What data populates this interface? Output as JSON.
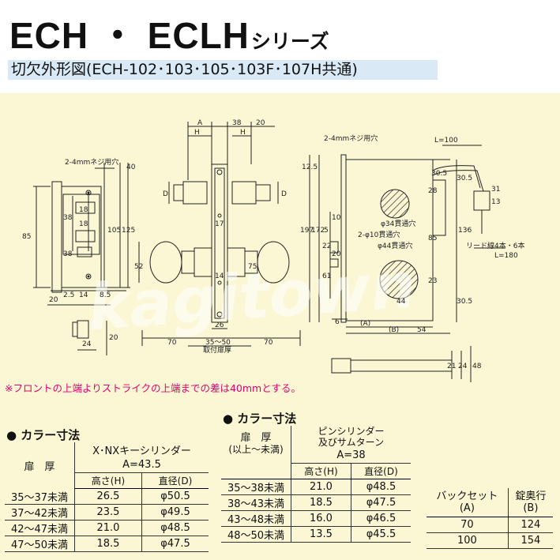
{
  "header": {
    "title_main": "ECH ・ ECLH",
    "title_suffix": "シリーズ",
    "subtitle": "切欠外形図(ECH-102･103･105･103F･107H共通)"
  },
  "drawing": {
    "screw_note_left": "2-4mmネジ用穴",
    "screw_note_right": "2-4mmネジ用穴",
    "hole34": "φ34貫通穴",
    "hole10": "2-φ10貫通穴",
    "hole44": "φ44貫通穴",
    "lead_len": "L=100",
    "lead_note": "リード線4本・6本",
    "lead_len2": "L=180",
    "door_thickness": "取付扉厚",
    "label_A": "(A)",
    "label_B": "(B)",
    "watermark": "kagitown",
    "dims": {
      "d85": "85",
      "d38a": "38",
      "d18a": "18",
      "d38b": "38",
      "d18b": "18",
      "d105": "105",
      "d125": "125",
      "d40": "40",
      "d20a": "20",
      "d25": "2.5",
      "d14": "14",
      "d85b": "8.5",
      "d24": "24",
      "d20b": "20",
      "A": "A",
      "H1": "H",
      "d38c": "38",
      "d20c": "20",
      "H2": "H",
      "D1": "D",
      "D2": "D",
      "d17": "17",
      "d52": "52",
      "d75": "75",
      "d14b": "14",
      "d26": "26",
      "d70a": "70",
      "d70b": "70",
      "d3550": "35～50",
      "d125b": "12.5",
      "d197": "197",
      "d172": "172",
      "d10": "10",
      "d5": "5",
      "d22": "22",
      "d20d": "20",
      "d61": "61",
      "d305a": "30.5",
      "d28": "28",
      "d85c": "85",
      "d23": "23",
      "d44": "44",
      "d54": "54",
      "d6": "6",
      "d305b": "30.5",
      "d136": "136",
      "d305c": "30.5",
      "d31": "31",
      "d13": "13",
      "d21": "21",
      "d24b": "24",
      "d48": "48"
    }
  },
  "note": "※フロントの上端よりストライクの上端までの差は40mmとする。",
  "left_table": {
    "title": "● カラー寸法",
    "col_door": "扉　厚",
    "group_label": "X･NXキーシリンダー",
    "group_a": "A=43.5",
    "col_h": "高さ(H)",
    "col_d": "直径(D)",
    "rows": [
      {
        "door": "35～37未満",
        "h": "26.5",
        "d": "φ50.5"
      },
      {
        "door": "37～42未満",
        "h": "23.5",
        "d": "φ49.5"
      },
      {
        "door": "42～47未満",
        "h": "21.0",
        "d": "φ48.5"
      },
      {
        "door": "47～50未満",
        "h": "18.5",
        "d": "φ47.5"
      }
    ]
  },
  "right_table": {
    "title": "● カラー寸法",
    "col_door": "扉　厚",
    "col_door_sub": "(以上～未満)",
    "group_label1": "ピンシリンダー",
    "group_label2": "及びサムターン",
    "group_a": "A=38",
    "col_h": "高さ(H)",
    "col_d": "直径(D)",
    "rows": [
      {
        "door": "35～38未満",
        "h": "21.0",
        "d": "φ48.5"
      },
      {
        "door": "38～43未満",
        "h": "18.5",
        "d": "φ47.5"
      },
      {
        "door": "43～48未満",
        "h": "16.0",
        "d": "φ46.5"
      },
      {
        "door": "48～50未満",
        "h": "13.5",
        "d": "φ45.5"
      }
    ]
  },
  "backset_table": {
    "col_a1": "バックセット",
    "col_a2": "(A)",
    "col_b1": "錠奥行",
    "col_b2": "(B)",
    "rows": [
      {
        "a": "70",
        "b": "124"
      },
      {
        "a": "100",
        "b": "154"
      }
    ]
  }
}
